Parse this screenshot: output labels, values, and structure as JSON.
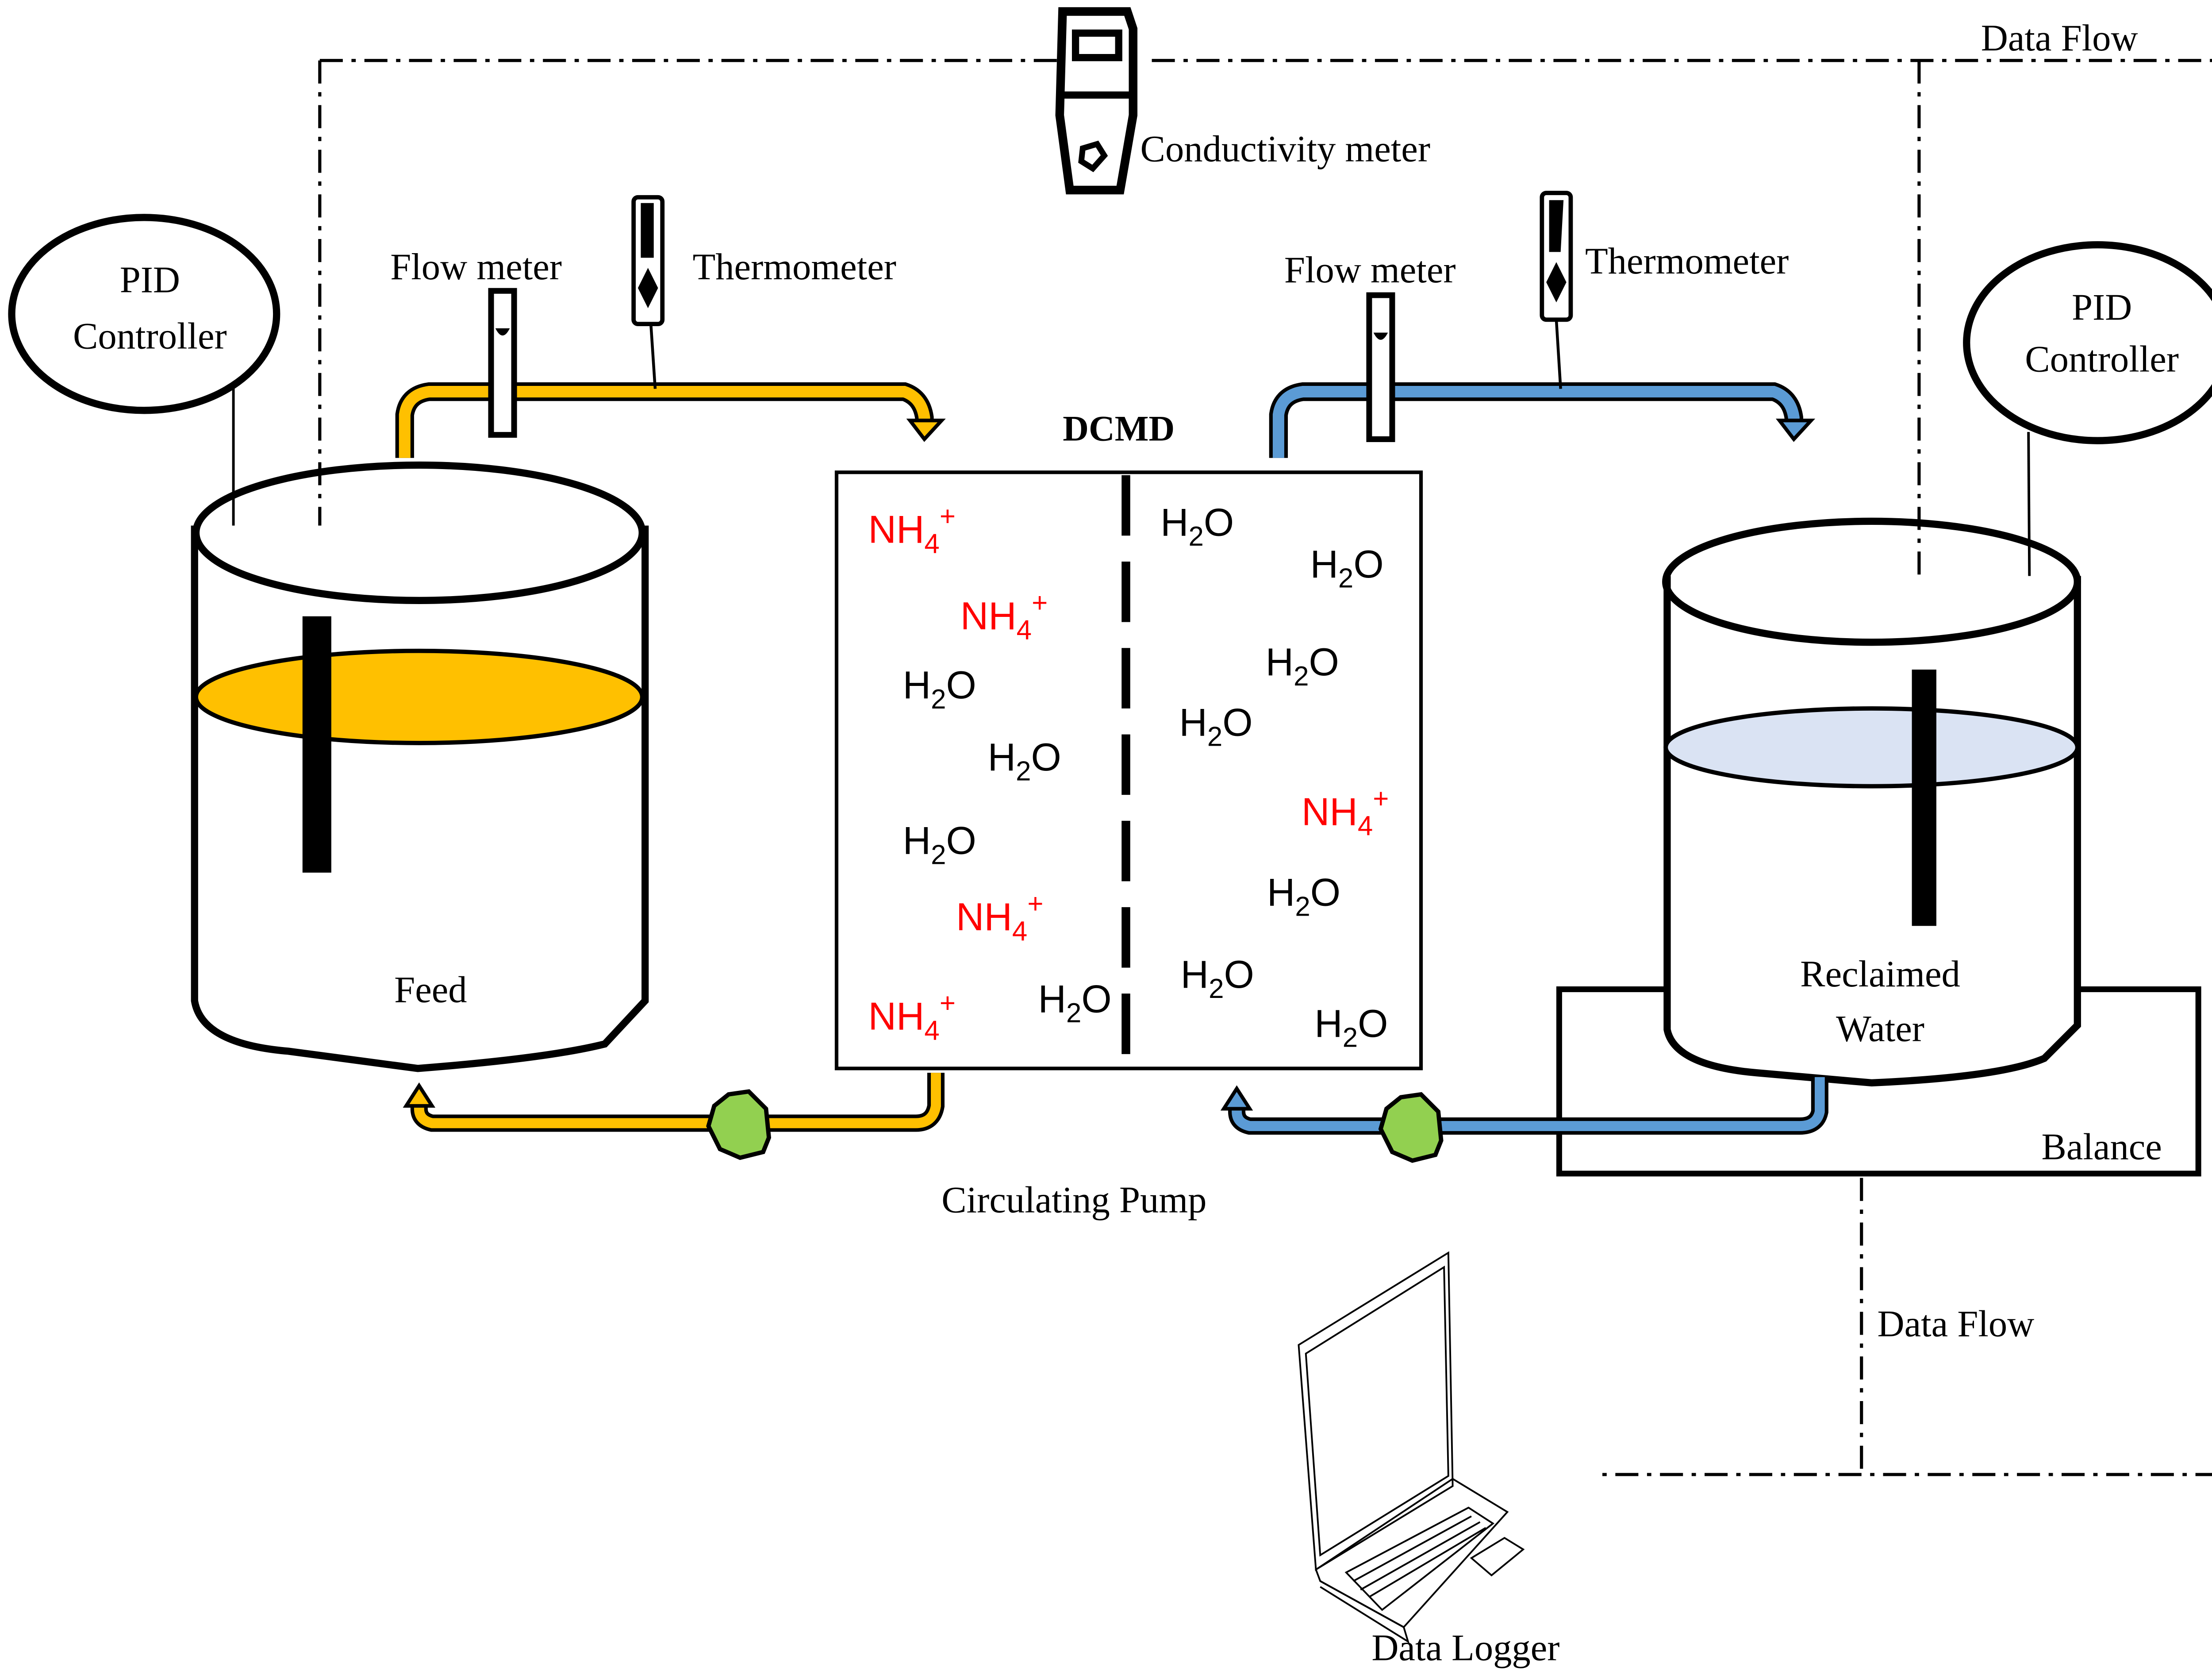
{
  "figure": {
    "title": "DCMD",
    "labels": {
      "conductivity_meter": "Conductivity meter",
      "flow_meter_feed": "Flow meter",
      "thermometer_feed": "Thermometer",
      "flow_meter_permeate": "Flow meter",
      "thermometer_permeate": "Thermometer",
      "pid_left_line1": "PID",
      "pid_left_line2": "Controller",
      "pid_right_line1": "PID",
      "pid_right_line2": "Controller",
      "feed_tank": "Feed",
      "reclaimed_line1": "Reclaimed",
      "reclaimed_line2": "Water",
      "balance": "Balance",
      "circulating_pump": "Circulating Pump",
      "data_flow_top": "Data Flow",
      "data_flow_bottom": "Data Flow",
      "data_logger": "Data Logger"
    },
    "molecules": {
      "feed_side": [
        {
          "species": "NH",
          "sub": "4",
          "sup": "+",
          "tail": "",
          "kind": "ammonium"
        },
        {
          "species": "NH",
          "sub": "4",
          "sup": "+",
          "tail": "",
          "kind": "ammonium"
        },
        {
          "species": "H",
          "sub": "2",
          "sup": "",
          "tail": "O",
          "kind": "water"
        },
        {
          "species": "H",
          "sub": "2",
          "sup": "",
          "tail": "O",
          "kind": "water"
        },
        {
          "species": "H",
          "sub": "2",
          "sup": "",
          "tail": "O",
          "kind": "water"
        },
        {
          "species": "NH",
          "sub": "4",
          "sup": "+",
          "tail": "",
          "kind": "ammonium"
        },
        {
          "species": "NH",
          "sub": "4",
          "sup": "+",
          "tail": "",
          "kind": "ammonium"
        },
        {
          "species": "H",
          "sub": "2",
          "sup": "",
          "tail": "O",
          "kind": "water"
        }
      ],
      "permeate_side": [
        {
          "species": "H",
          "sub": "2",
          "sup": "",
          "tail": "O",
          "kind": "water"
        },
        {
          "species": "H",
          "sub": "2",
          "sup": "",
          "tail": "O",
          "kind": "water"
        },
        {
          "species": "H",
          "sub": "2",
          "sup": "",
          "tail": "O",
          "kind": "water"
        },
        {
          "species": "H",
          "sub": "2",
          "sup": "",
          "tail": "O",
          "kind": "water"
        },
        {
          "species": "NH",
          "sub": "4",
          "sup": "+",
          "tail": "",
          "kind": "ammonium"
        },
        {
          "species": "H",
          "sub": "2",
          "sup": "",
          "tail": "O",
          "kind": "water"
        },
        {
          "species": "H",
          "sub": "2",
          "sup": "",
          "tail": "O",
          "kind": "water"
        },
        {
          "species": "H",
          "sub": "2",
          "sup": "",
          "tail": "O",
          "kind": "water"
        }
      ]
    },
    "colors": {
      "feed_stream": "#FFC000",
      "permeate_stream": "#5B9BD5",
      "feed_liquid": "#FFC000",
      "reclaimed_liquid": "#DAE3F3",
      "pump": "#92D050",
      "ammonium_text": "#FF0000"
    }
  }
}
